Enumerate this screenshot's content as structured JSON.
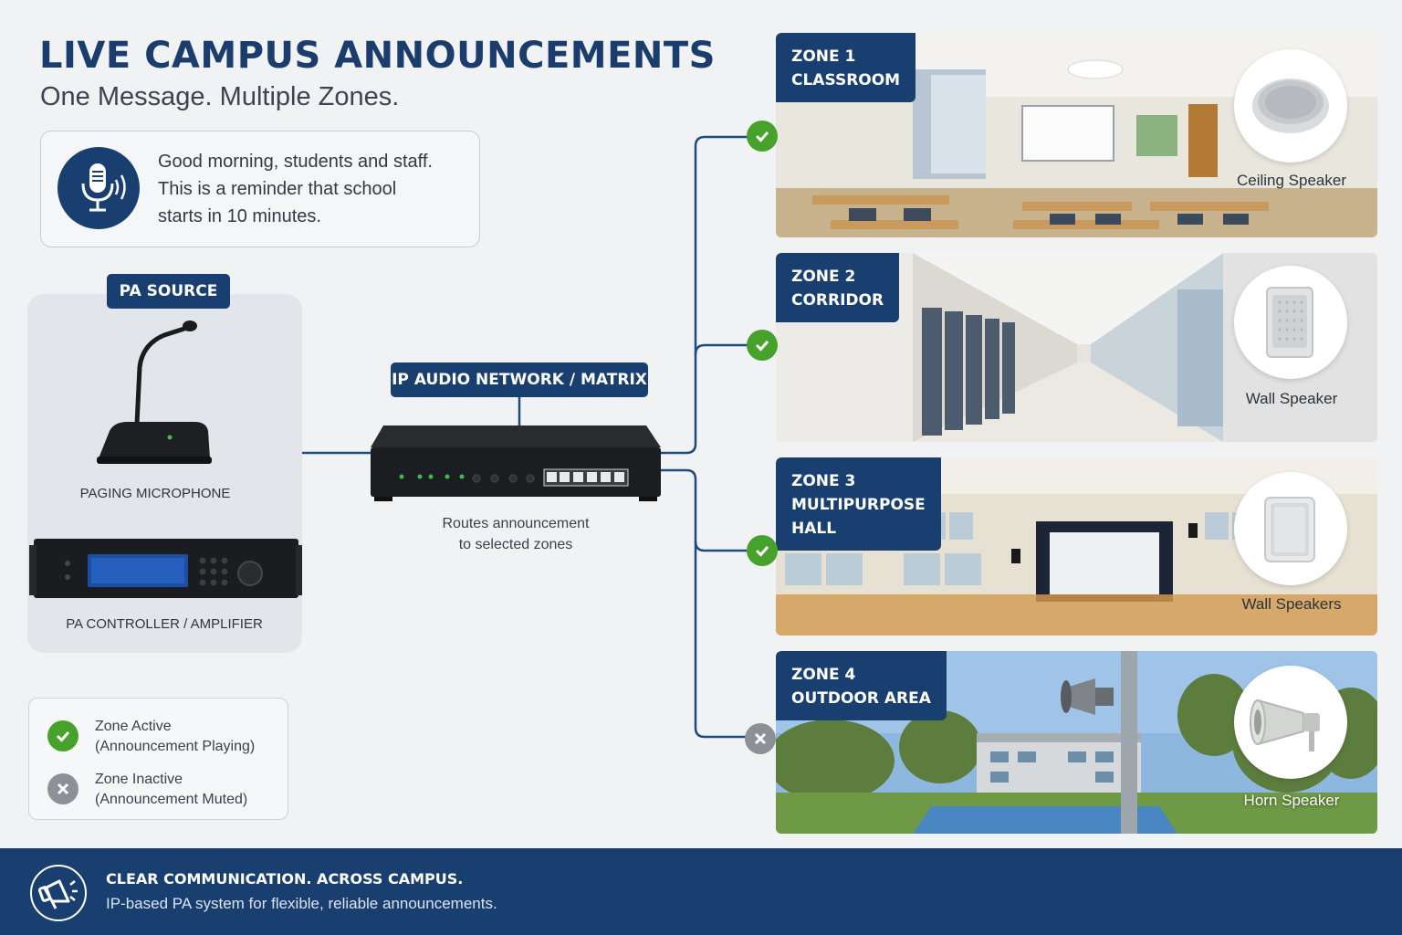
{
  "header": {
    "title": "LIVE CAMPUS ANNOUNCEMENTS",
    "subtitle": "One Message. Multiple Zones."
  },
  "message": {
    "icon": "microphone-sound-icon",
    "lines": [
      "Good morning, students and staff.",
      "This is a reminder that school",
      "starts in 10 minutes."
    ]
  },
  "source": {
    "label": "PA SOURCE",
    "devices": [
      "PAGING MICROPHONE",
      "PA CONTROLLER / AMPLIFIER"
    ]
  },
  "network": {
    "label": "IP AUDIO NETWORK / MATRIX",
    "caption_lines": [
      "Routes announcement",
      "to selected zones"
    ]
  },
  "zones": [
    {
      "title": "ZONE 1",
      "name_lines": [
        "CLASSROOM"
      ],
      "speaker": "Ceiling Speaker",
      "status": "active"
    },
    {
      "title": "ZONE 2",
      "name_lines": [
        "CORRIDOR"
      ],
      "speaker": "Wall Speaker",
      "status": "active"
    },
    {
      "title": "ZONE 3",
      "name_lines": [
        "MULTIPURPOSE",
        "HALL"
      ],
      "speaker": "Wall Speakers",
      "status": "active"
    },
    {
      "title": "ZONE 4",
      "name_lines": [
        "OUTDOOR AREA"
      ],
      "speaker": "Horn Speaker",
      "status": "inactive"
    }
  ],
  "legend": {
    "active": [
      "Zone Active",
      "(Announcement Playing)"
    ],
    "inactive": [
      "Zone Inactive",
      "(Announcement Muted)"
    ]
  },
  "footer": {
    "icon": "megaphone-icon",
    "heading": "CLEAR COMMUNICATION. ACROSS CAMPUS.",
    "subtext": "IP-based PA system for flexible, reliable announcements."
  },
  "colors": {
    "navy": "#183f6f",
    "active": "#47a22b",
    "inactive": "#8d9096",
    "line": "#1d4a80"
  }
}
